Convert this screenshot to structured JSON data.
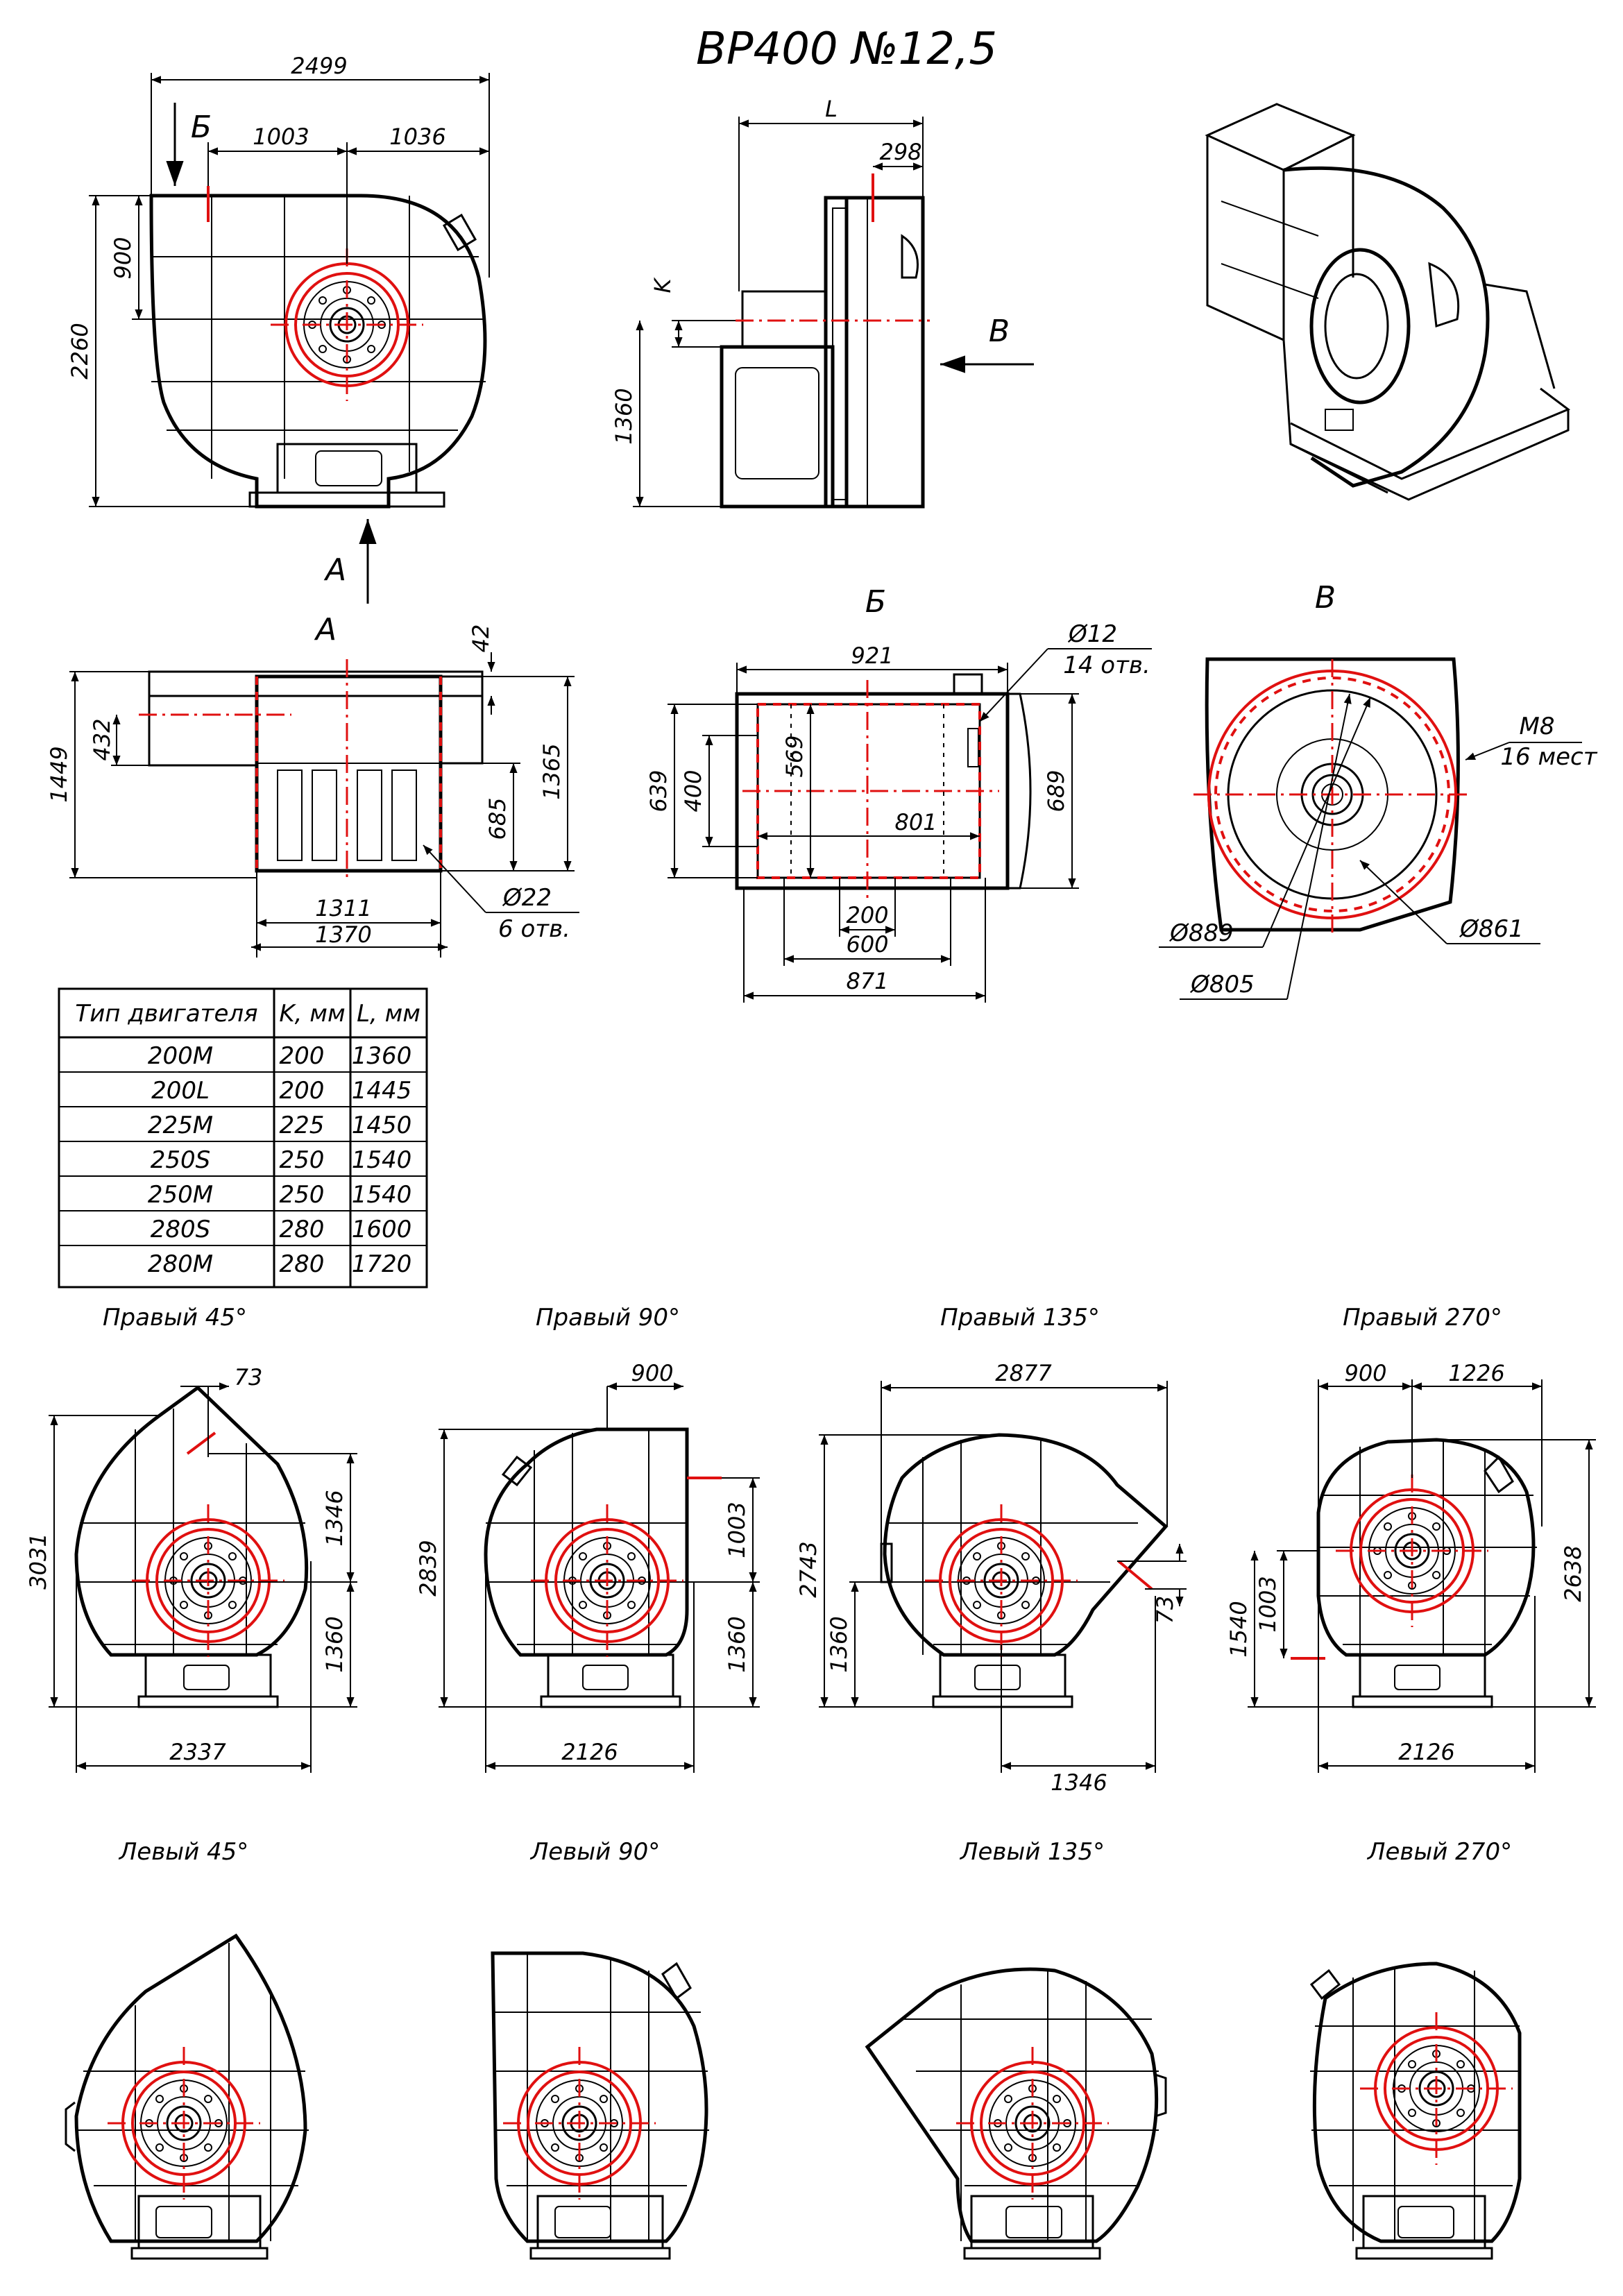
{
  "title": "ВР400 №12,5",
  "views": {
    "front": {
      "dims": {
        "width_total": "2499",
        "width_left": "1003",
        "width_right": "1036",
        "height": "2260",
        "height_outlet": "900"
      },
      "arrow_b": "Б",
      "arrow_a": "А"
    },
    "side": {
      "dims": {
        "l": "L",
        "d298": "298",
        "k": "K",
        "h1360": "1360"
      },
      "arrow_v": "В"
    },
    "view_a": {
      "label": "А",
      "dims": {
        "d42": "42",
        "d432": "432",
        "d1449": "1449",
        "d1365": "1365",
        "d685": "685",
        "d1311": "1311",
        "d1370": "1370"
      },
      "holes_size": "Ø22",
      "holes_count": "6 отв."
    },
    "view_b": {
      "label": "Б",
      "dims": {
        "d921": "921",
        "d639": "639",
        "d400": "400",
        "d569": "569",
        "d801": "801",
        "d689": "689",
        "d200": "200",
        "d600": "600",
        "d871": "871"
      },
      "holes_size": "Ø12",
      "holes_count": "14 отв."
    },
    "view_v": {
      "label": "В",
      "thread": "М8",
      "thread_count": "16 мест",
      "d889": "Ø889",
      "d805": "Ø805",
      "d861": "Ø861"
    }
  },
  "motor_table": {
    "headers": [
      "Тип двигателя",
      "K, мм",
      "L, мм"
    ],
    "rows": [
      [
        "200M",
        "200",
        "1360"
      ],
      [
        "200L",
        "200",
        "1445"
      ],
      [
        "225M",
        "225",
        "1450"
      ],
      [
        "250S",
        "250",
        "1540"
      ],
      [
        "250M",
        "250",
        "1540"
      ],
      [
        "280S",
        "280",
        "1600"
      ],
      [
        "280M",
        "280",
        "1720"
      ]
    ]
  },
  "positions_right": [
    {
      "label": "Правый 45°",
      "d1": "73",
      "d2": "3031",
      "d3": "1346",
      "d4": "1360",
      "d5": "2337"
    },
    {
      "label": "Правый 90°",
      "d1": "900",
      "d2": "2839",
      "d3": "1003",
      "d4": "1360",
      "d5": "2126"
    },
    {
      "label": "Правый 135°",
      "d1": "2877",
      "d2": "2743",
      "d3": "73",
      "d4": "1360",
      "d5": "1346"
    },
    {
      "label": "Правый 270°",
      "d1": "900",
      "d1b": "1226",
      "d2": "2638",
      "d3": "1003",
      "d4": "1540",
      "d5": "2126"
    }
  ],
  "positions_left": [
    {
      "label": "Левый 45°"
    },
    {
      "label": "Левый 90°"
    },
    {
      "label": "Левый 135°"
    },
    {
      "label": "Левый 270°"
    }
  ]
}
